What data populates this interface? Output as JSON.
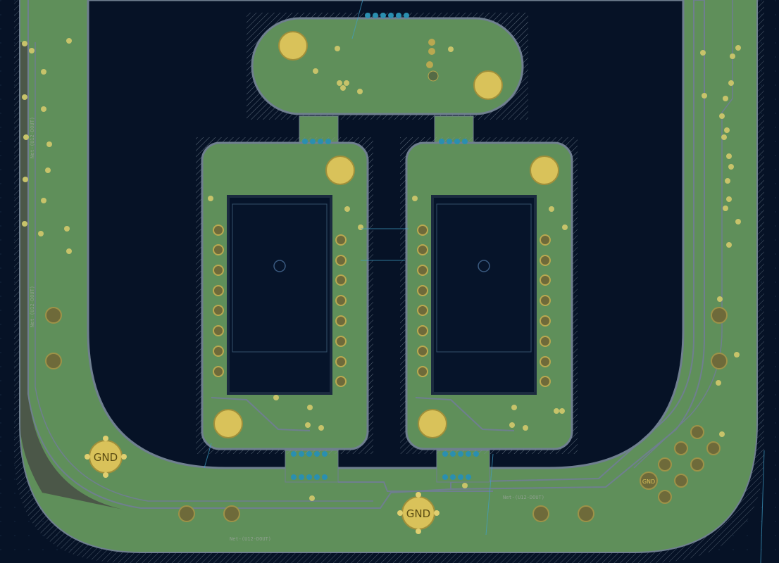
{
  "app": {
    "view": "PCB layout canvas"
  },
  "labels": {
    "gnd_left": "GND",
    "gnd_center": "GND",
    "net_left_top": "Net-(U12-DOUT)",
    "net_left_bottom": "Net-(U12-DOUT)",
    "net_bottom_center": "Net-(U12-DOUT)",
    "net_bottom_right": "Net-(U12-DOUT)",
    "via_label": "GND"
  },
  "colors": {
    "background": "#061226",
    "copper_fill": "#5f8f5a",
    "board_edge": "#6f7f8f",
    "pad_gold": "#d9c25a",
    "via_blue": "#2a8fb0",
    "ic_body": "#06142a"
  }
}
